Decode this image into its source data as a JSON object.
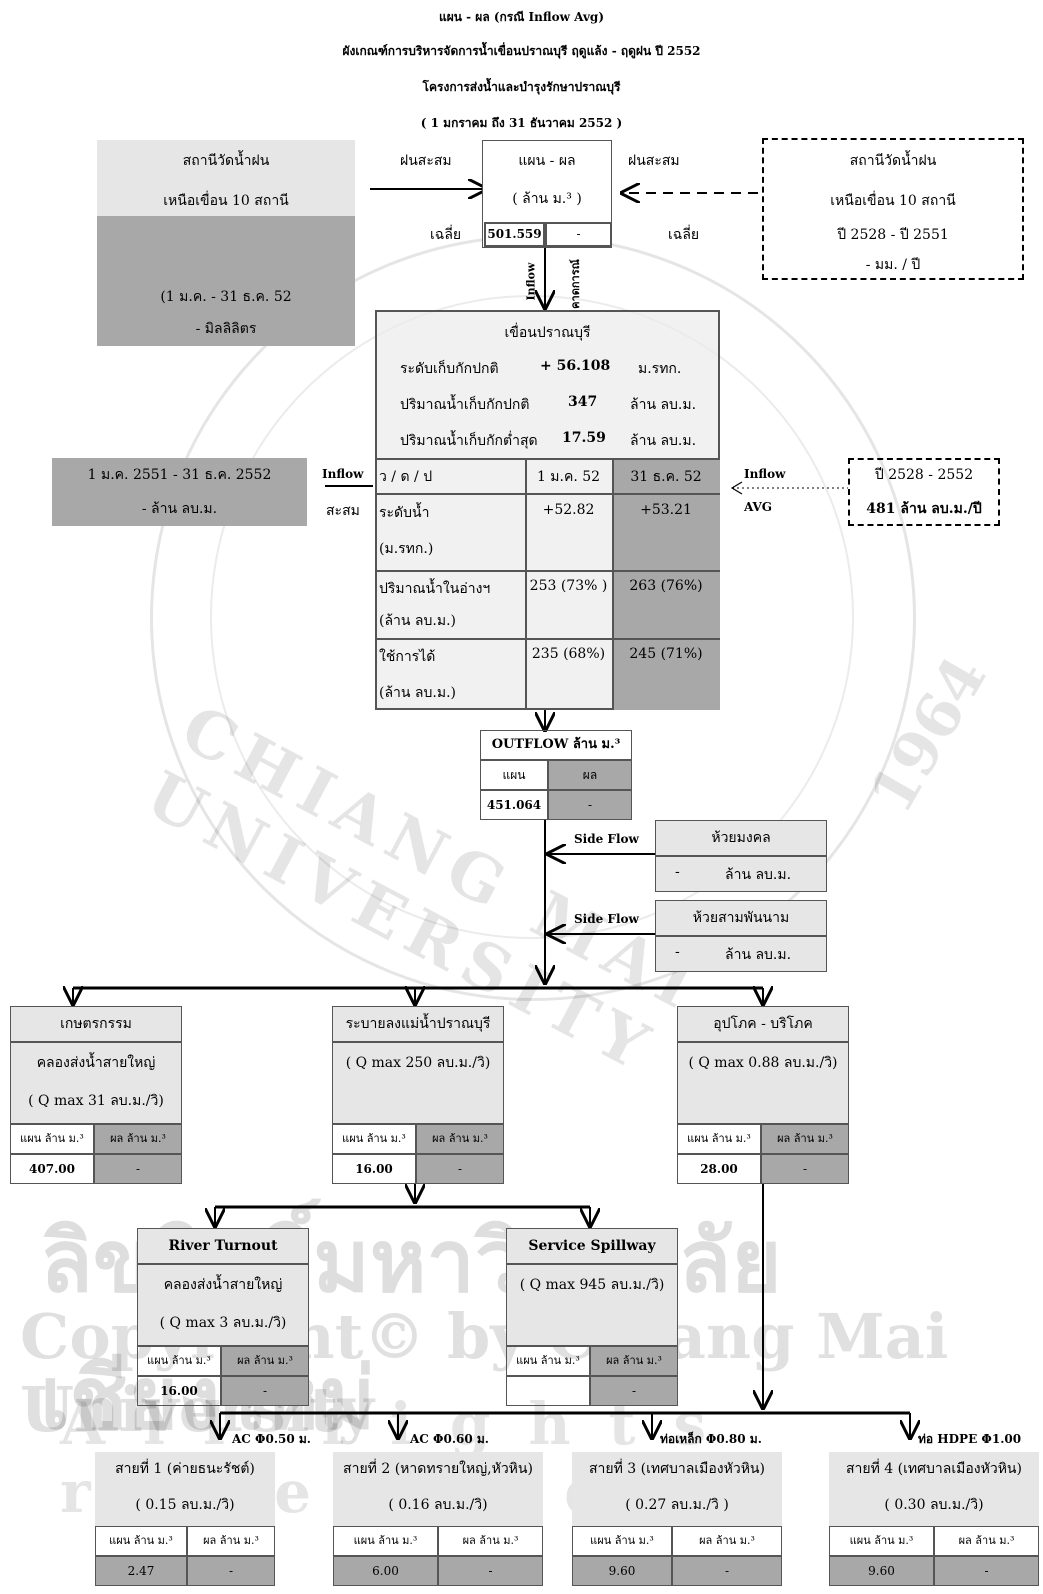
{
  "header": {
    "line1": "แผน - ผล  (กรณี Inflow Avg)",
    "line2": "ผังเกณฑ์การบริหารจัดการน้ำเขื่อนปราณบุรี    ฤดูแล้ง - ฤดูฝน ปี 2552",
    "line3": "โครงการส่งน้ำและบำรุงรักษาปราณบุรี",
    "line4": "( 1  มกราคม  ถึง  31  ธันวาคม 2552 )"
  },
  "rain_left": {
    "title1": "สถานีวัดน้ำฝน",
    "title2": "เหนือเขื่อน  10 สถานี",
    "period": "(1  ม.ค.  -  31 ธ.ค.  52",
    "unit": "-  มิลลิลิตร"
  },
  "rain_center": {
    "left_label": "ฝนสะสม",
    "right_label": "ฝนสะสม",
    "avg_left": "เฉลี่ย",
    "avg_right": "เฉลี่ย",
    "box_title": "แผน  -  ผล",
    "box_unit": "( ล้าน ม.³ )",
    "plan_value": "501.559",
    "result_value": "-",
    "arrow_inflow": "Inflow",
    "arrow_forecast": "คาดการณ์"
  },
  "rain_right": {
    "title1": "สถานีวัดน้ำฝน",
    "title2": "เหนือเขื่อน  10 สถานี",
    "years": "ปี   2528  -  ปี 2551",
    "unit": "-  มม. / ปี"
  },
  "dam": {
    "name": "เขื่อนปราณบุรี",
    "rows": [
      {
        "label": "ระดับเก็บกักปกติ",
        "value": "+  56.108",
        "unit": "ม.รทก."
      },
      {
        "label": "ปริมาณน้ำเก็บกักปกติ",
        "value": "347",
        "unit": "ล้าน ลบ.ม."
      },
      {
        "label": "ปริมาณน้ำเก็บกักต่ำสุด",
        "value": "17.59",
        "unit": "ล้าน ลบ.ม."
      }
    ],
    "table_header": [
      "ว / ด / ป",
      "1 ม.ค. 52",
      "31 ธ.ค. 52"
    ],
    "table_rows": [
      {
        "label1": "ระดับน้ำ",
        "label2": "(ม.รทก.)",
        "v1": "+52.82",
        "v2": "+53.21"
      },
      {
        "label1": "ปริมาณน้ำในอ่างฯ",
        "label2": "(ล้าน ลบ.ม.)",
        "v1": "253 (73% )",
        "v2": "263 (76%)"
      },
      {
        "label1": "ใช้การได้",
        "label2": "(ล้าน ลบ.ม.)",
        "v1": "235  (68%)",
        "v2": "245 (71%)"
      }
    ]
  },
  "inflow_left": {
    "period": "1  ม.ค. 2551 - 31  ธ.ค. 2552",
    "unit": "-  ล้าน ลบ.ม.",
    "label1": "Inflow",
    "label2": "สะสม"
  },
  "inflow_right": {
    "label1": "Inflow",
    "label2": "AVG",
    "years": "ปี 2528 - 2552",
    "value": "481  ล้าน ลบ.ม./ปี"
  },
  "outflow": {
    "title": "OUTFLOW   ล้าน ม.³",
    "plan_label": "แผน",
    "result_label": "ผล",
    "plan_value": "451.064",
    "result_value": "-"
  },
  "side_flows": [
    {
      "label": "Side Flow",
      "name": "ห้วยมงคล",
      "value": "-",
      "unit": "ล้าน ลบ.ม."
    },
    {
      "label": "Side Flow",
      "name": "ห้วยสามพันนาม",
      "value": "-",
      "unit": "ล้าน ลบ.ม."
    }
  ],
  "users": [
    {
      "title": "เกษตรกรรม",
      "sub1": "คลองส่งน้ำสายใหญ่",
      "sub2": "( Q max 31  ลบ.ม./วิ)",
      "plan_label": "แผน  ล้าน ม.³",
      "result_label": "ผล  ล้าน ม.³",
      "plan": "407.00",
      "result": "-"
    },
    {
      "title": "ระบายลงแม่น้ำปราณบุรี",
      "sub1": "( Q max  250  ลบ.ม./วิ)",
      "sub2": "",
      "plan_label": "แผน  ล้าน ม.³",
      "result_label": "ผล  ล้าน ม.³",
      "plan": "16.00",
      "result": "-"
    },
    {
      "title": "อุปโภค - บริโภค",
      "sub1": "( Q max 0.88  ลบ.ม./วิ)",
      "sub2": "",
      "plan_label": "แผน  ล้าน ม.³",
      "result_label": "ผล  ล้าน ม.³",
      "plan": "28.00",
      "result": "-"
    }
  ],
  "river": [
    {
      "title": "River Turnout",
      "sub1": "คลองส่งน้ำสายใหญ่",
      "sub2": "( Q max 3  ลบ.ม./วิ)",
      "plan_label": "แผน  ล้าน ม.³",
      "result_label": "ผล  ล้าน ม.³",
      "plan": "16.00",
      "result": "-"
    },
    {
      "title": "Service Spillway",
      "sub1": "( Q max 945  ลบ.ม./วิ)",
      "sub2": "",
      "plan_label": "แผน  ล้าน ม.³",
      "result_label": "ผล  ล้าน ม.³",
      "plan": "",
      "result": "-"
    }
  ],
  "pipes": [
    {
      "pipe": "AC  Φ0.50 ม.",
      "title": "สายที่ 1 (ค่ายธนะรัชต์)",
      "q": "(  0.15  ลบ.ม./วิ)",
      "plan_label": "แผน  ล้าน ม.³",
      "result_label": "ผล  ล้าน ม.³",
      "plan": "2.47",
      "result": "-"
    },
    {
      "pipe": "AC  Φ0.60 ม.",
      "title": "สายที่ 2 (หาดทรายใหญ่,หัวหิน)",
      "q": "(  0.16  ลบ.ม./วิ)",
      "plan_label": "แผน  ล้าน ม.³",
      "result_label": "ผล  ล้าน ม.³",
      "plan": "6.00",
      "result": "-"
    },
    {
      "pipe": "ท่อเหล็ก  Φ0.80 ม.",
      "title": "สายที่ 3 (เทศบาลเมืองหัวหิน)",
      "q": "(   0.27  ลบ.ม./วิ )",
      "plan_label": "แผน  ล้าน ม.³",
      "result_label": "ผล  ล้าน ม.³",
      "plan": "9.60",
      "result": "-"
    },
    {
      "pipe": "ท่อ HDPE  Φ1.00",
      "title": "สายที่ 4 (เทศบาลเมืองหัวหิน)",
      "q": "(   0.30  ลบ.ม./วิ)",
      "plan_label": "แผน  ล้าน ม.³",
      "result_label": "ผล  ล้าน ม.³",
      "plan": "9.60",
      "result": "-"
    }
  ],
  "watermark": {
    "line1": "ลิขสิทธิ์มหาวิทยาลัยเชียงใหม่",
    "line2": "Copyright© by Chiang Mai University",
    "line3": "All rights reserved",
    "seal_year": "1964",
    "seal_ring": "CHIANG MAI UNIVERSITY"
  }
}
